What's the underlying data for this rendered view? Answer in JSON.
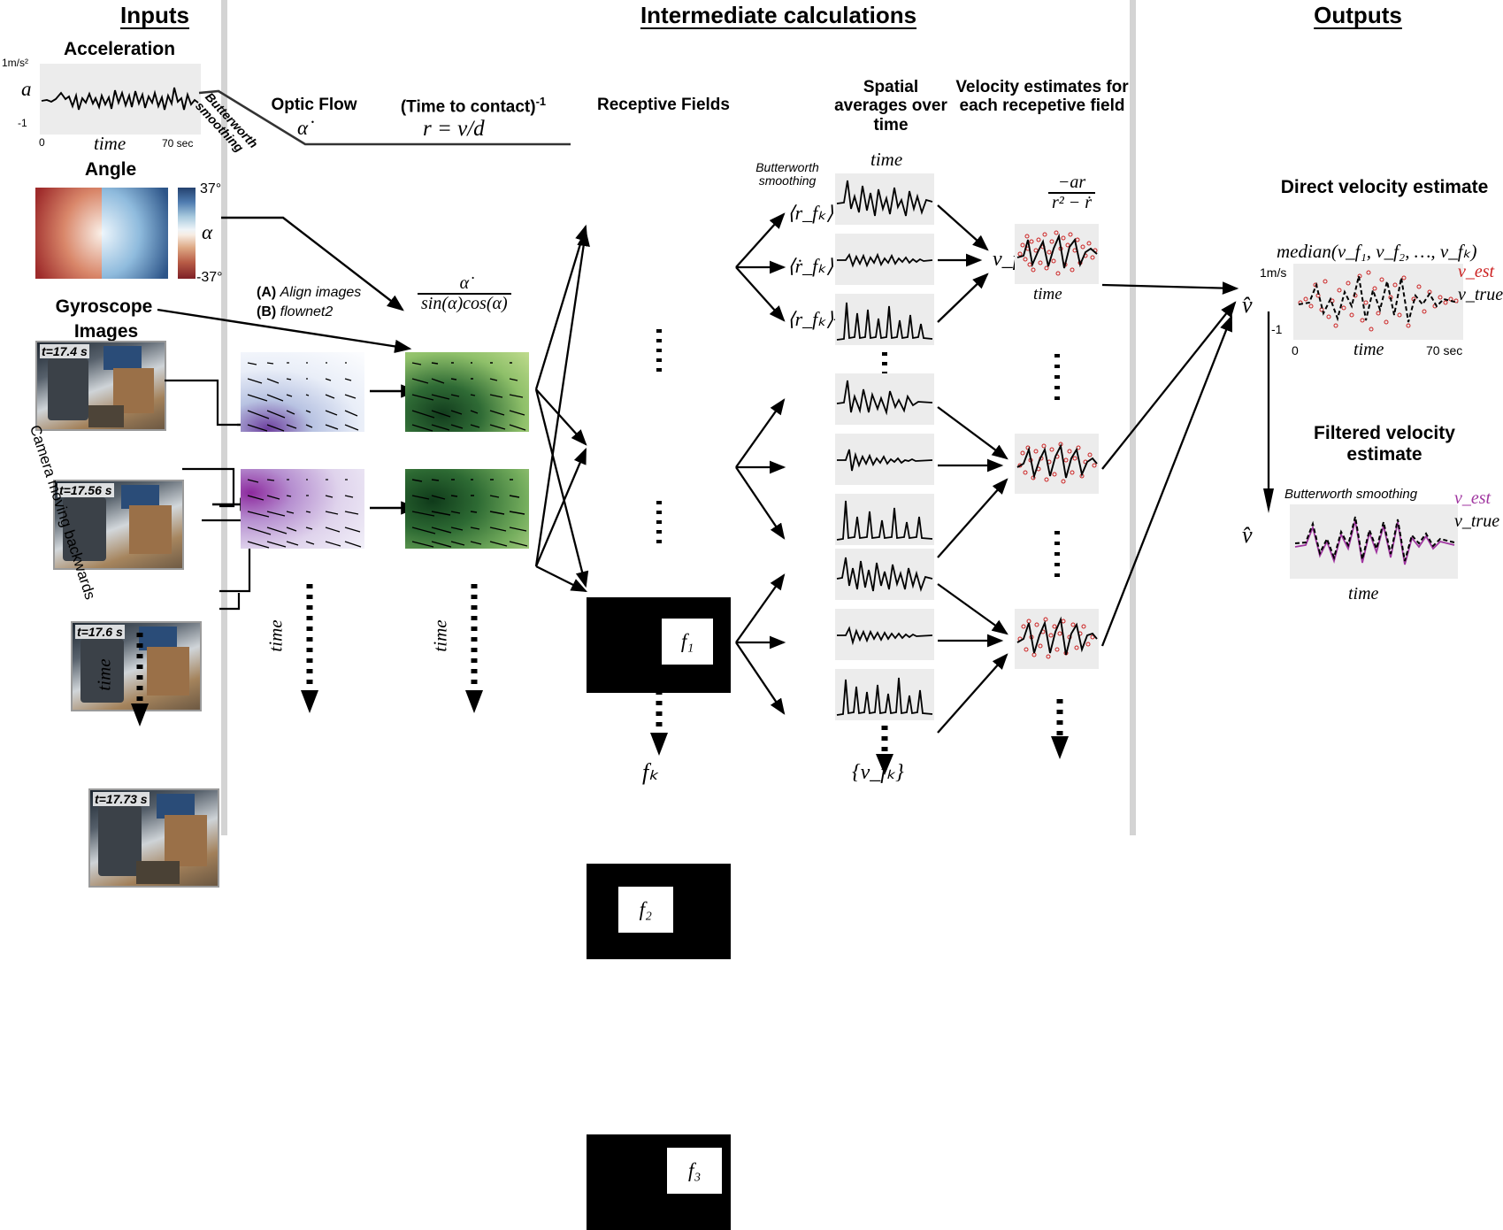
{
  "sections": {
    "inputs": "Inputs",
    "intermediate": "Intermediate calculations",
    "outputs": "Outputs"
  },
  "inputs": {
    "acceleration": {
      "title": "Acceleration",
      "y_top": "1m/s²",
      "y_symbol": "a",
      "y_bottom": "-1",
      "x_start": "0",
      "x_label": "time",
      "x_end": "70 sec"
    },
    "angle": {
      "title": "Angle",
      "cbar_max": "37°",
      "cbar_symbol": "α",
      "cbar_min": "-37°",
      "color_hot": "#9e2b2b",
      "color_cold": "#2b4f86"
    },
    "gyroscope": {
      "title": "Gyroscope"
    },
    "images": {
      "title": "Images",
      "frames": [
        {
          "timestamp": "t=17.4 s"
        },
        {
          "timestamp": "t=17.56 s"
        },
        {
          "timestamp": "t=17.6 s"
        },
        {
          "timestamp": "t=17.73 s"
        }
      ],
      "side_note": "Camera moving backwards",
      "time_arrow": "time"
    }
  },
  "intermediate": {
    "butterworth_smoothing": "Butterworth smoothing",
    "optic_flow": {
      "title": "Optic Flow",
      "symbol": "α̇",
      "steps": [
        {
          "tag": "(A)",
          "text": "Align images"
        },
        {
          "tag": "(B)",
          "text": "flownet2"
        }
      ],
      "time_arrow": "time"
    },
    "ttc": {
      "title": "(Time to contact)",
      "title_sup": "-1",
      "equation": "r = v/d",
      "fraction_num": "α̇",
      "fraction_den": "sin(α)cos(α)",
      "time_arrow": "time"
    },
    "receptive_fields": {
      "title": "Receptive Fields",
      "fields": [
        {
          "label": "f₁"
        },
        {
          "label": "f₂"
        },
        {
          "label": "f₃"
        }
      ],
      "bottom_label": "fₖ"
    },
    "spatial_averages": {
      "title": "Spatial averages over time",
      "butterworth": "Butterworth smoothing",
      "time_label": "time",
      "terms": [
        {
          "label": "⟨r_fₖ⟩"
        },
        {
          "label": "⟨ṙ_fₖ⟩"
        },
        {
          "label": "⟨r_fₖ⟩²"
        }
      ],
      "bottom_label": "{v_fₖ}"
    },
    "velocity_estimates": {
      "title": "Velocity estimates for each recepetive field",
      "first_label": "v_f₁",
      "fraction_num": "−ar",
      "fraction_den": "r² − ṙ",
      "time_label": "time",
      "scatter_color": "#cc2222"
    }
  },
  "outputs": {
    "node_symbol": "v̂",
    "direct": {
      "title": "Direct velocity estimate",
      "equation": "median(v_f₁, v_f₂, …, v_fₖ)",
      "y_top": "1m/s",
      "y_bottom": "-1",
      "x_start": "0",
      "x_label": "time",
      "x_end": "70 sec",
      "legend_est": "v_est",
      "legend_true": "v_true",
      "est_color": "#cc2222",
      "true_color": "#000000"
    },
    "filtered": {
      "title": "Filtered velocity estimate",
      "subtitle": "Butterworth smoothing",
      "x_label": "time",
      "legend_est": "v_est",
      "legend_true": "v_true",
      "est_color": "#a036a0",
      "true_color": "#000000"
    }
  }
}
